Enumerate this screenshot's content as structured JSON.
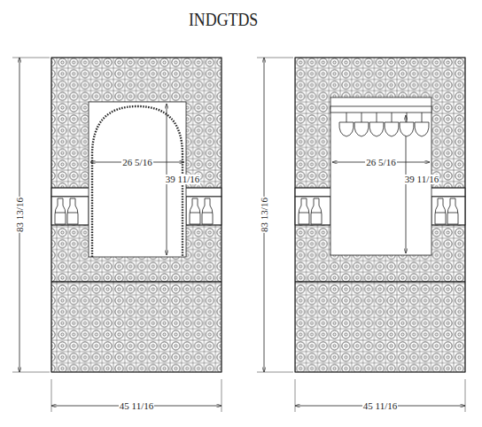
{
  "diagram": {
    "title": "INDGTDS",
    "labels": [
      "83 13/16",
      "26 5/16",
      "39 11/16",
      "45 11/16",
      "83 13/16",
      "26 5/16",
      "39 11/16",
      "45 11/16"
    ]
  }
}
